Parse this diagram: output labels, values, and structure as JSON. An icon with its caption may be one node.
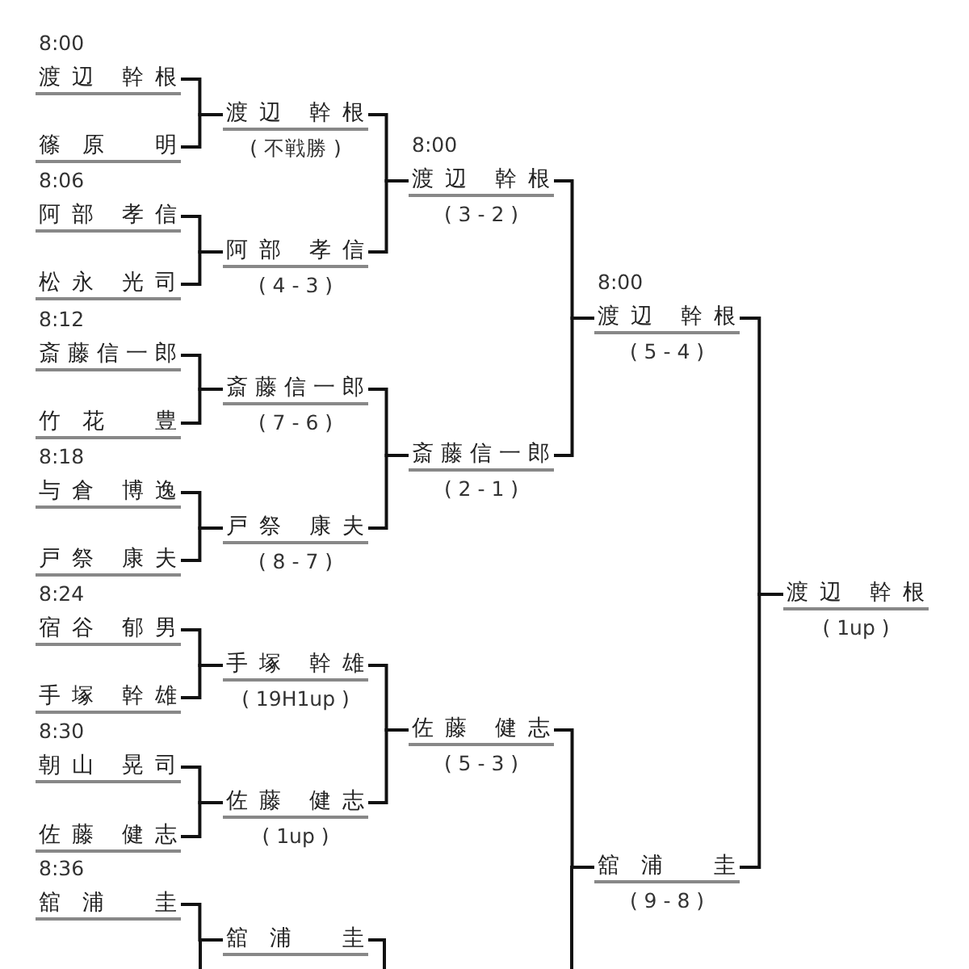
{
  "diagram": {
    "nodes": [
      {
        "text": [
          "渡辺 幹根"
        ],
        "beside": [
          "8:00"
        ]
      },
      {
        "text": [
          "篠原 明"
        ]
      },
      {
        "text": [
          "阿部 孝信"
        ],
        "beside": [
          "8:06"
        ]
      },
      {
        "text": [
          "松永 光司"
        ]
      },
      {
        "text": [
          "斎藤信一郎"
        ],
        "beside": [
          "8:12"
        ]
      },
      {
        "text": [
          "竹花 豊"
        ]
      },
      {
        "text": [
          "与倉 博逸"
        ],
        "beside": [
          "8:18"
        ]
      },
      {
        "text": [
          "戸祭 康夫"
        ]
      },
      {
        "text": [
          "宿谷 郁男"
        ],
        "beside": [
          "8:24"
        ]
      },
      {
        "text": [
          "手塚 幹雄"
        ]
      },
      {
        "text": [
          "朝山 晃司"
        ],
        "beside": [
          "8:30"
        ]
      },
      {
        "text": [
          "佐藤 健志"
        ]
      },
      {
        "text": [
          "舘浦 圭"
        ],
        "beside": [
          "8:36"
        ]
      },
      {
        "text": [
          "渡辺 幹根"
        ],
        "beside": [
          "( 不戦勝 )"
        ]
      },
      {
        "text": [
          "阿部 孝信"
        ],
        "beside": [
          "( 4 - 3 )"
        ]
      },
      {
        "text": [
          "斎藤信一郎"
        ],
        "beside": [
          "( 7 - 6 )"
        ]
      },
      {
        "text": [
          "戸祭 康夫"
        ],
        "beside": [
          "( 8 - 7 )"
        ]
      },
      {
        "text": [
          "手塚 幹雄"
        ],
        "beside": [
          "( 19H1up )"
        ]
      },
      {
        "text": [
          "佐藤 健志"
        ],
        "beside": [
          "( 1up )"
        ]
      },
      {
        "text": [
          "舘浦 圭"
        ]
      },
      {
        "text": [
          "渡辺 幹根"
        ],
        "beside": [
          "8:00",
          "( 3 - 2 )"
        ]
      },
      {
        "text": [
          "斎藤信一郎"
        ],
        "beside": [
          "( 2 - 1 )"
        ]
      },
      {
        "text": [
          "佐藤 健志"
        ],
        "beside": [
          "( 5 - 3 )"
        ]
      },
      {
        "text": [
          "渡辺 幹根"
        ],
        "beside": [
          "8:00",
          "( 5 - 4 )"
        ]
      },
      {
        "text": [
          "舘浦 圭"
        ],
        "beside": [
          "( 9 - 8 )"
        ]
      },
      {
        "text": [
          "渡辺 幹根"
        ],
        "beside": [
          "( 1up )"
        ]
      }
    ],
    "edges": [
      {
        "from": 0,
        "to": 13,
        "arrow": "none"
      },
      {
        "from": 1,
        "to": 13,
        "arrow": "none"
      },
      {
        "from": 2,
        "to": 14,
        "arrow": "none"
      },
      {
        "from": 3,
        "to": 14,
        "arrow": "none"
      },
      {
        "from": 4,
        "to": 15,
        "arrow": "none"
      },
      {
        "from": 5,
        "to": 15,
        "arrow": "none"
      },
      {
        "from": 6,
        "to": 16,
        "arrow": "none"
      },
      {
        "from": 7,
        "to": 16,
        "arrow": "none"
      },
      {
        "from": 8,
        "to": 17,
        "arrow": "none"
      },
      {
        "from": 9,
        "to": 17,
        "arrow": "none"
      },
      {
        "from": 10,
        "to": 18,
        "arrow": "none"
      },
      {
        "from": 11,
        "to": 18,
        "arrow": "none"
      },
      {
        "from": 12,
        "to": 19,
        "arrow": "none"
      },
      {
        "from": null,
        "to": 19,
        "arrow": "none"
      },
      {
        "from": 13,
        "to": 20,
        "arrow": "none"
      },
      {
        "from": 14,
        "to": 20,
        "arrow": "none"
      },
      {
        "from": 15,
        "to": 21,
        "arrow": "none"
      },
      {
        "from": 16,
        "to": 21,
        "arrow": "none"
      },
      {
        "from": 17,
        "to": 22,
        "arrow": "none"
      },
      {
        "from": 18,
        "to": 22,
        "arrow": "none"
      },
      {
        "from": 19,
        "to": null,
        "arrow": "none"
      },
      {
        "from": 20,
        "to": 23,
        "arrow": "none"
      },
      {
        "from": 21,
        "to": 23,
        "arrow": "none"
      },
      {
        "from": 22,
        "to": 24,
        "arrow": "none"
      },
      {
        "from": null,
        "to": 24,
        "arrow": "none"
      },
      {
        "from": 23,
        "to": 25,
        "arrow": "none"
      },
      {
        "from": 24,
        "to": 25,
        "arrow": "none"
      }
    ]
  }
}
